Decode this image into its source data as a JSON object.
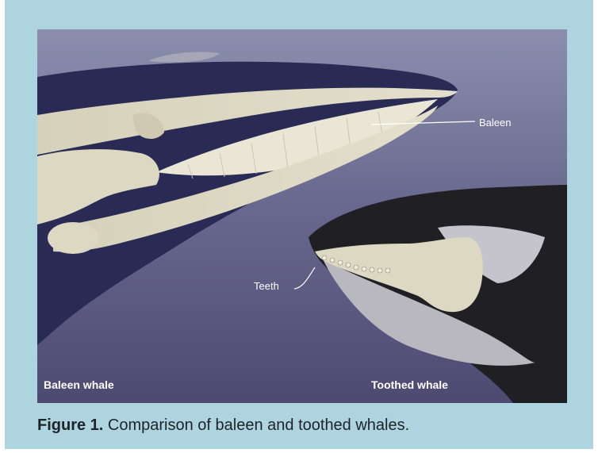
{
  "diagram": {
    "labels": {
      "baleen": "Baleen",
      "teeth": "Teeth",
      "baleen_whale": "Baleen whale",
      "toothed_whale": "Toothed whale"
    }
  },
  "caption": {
    "label": "Figure 1.",
    "text": "Comparison of baleen and toothed whales."
  },
  "colors": {
    "panel_background": "#aed4df",
    "background_top": "#8b8fad",
    "background_bottom": "#4d4a72",
    "baleen_whale_body": "#2a2b55",
    "toothed_whale_body": "#1f1f24",
    "bone": "#ddd8c2",
    "baleen_plates": "#e9e6d6",
    "toothed_whale_underside": "#b9b8bf"
  }
}
